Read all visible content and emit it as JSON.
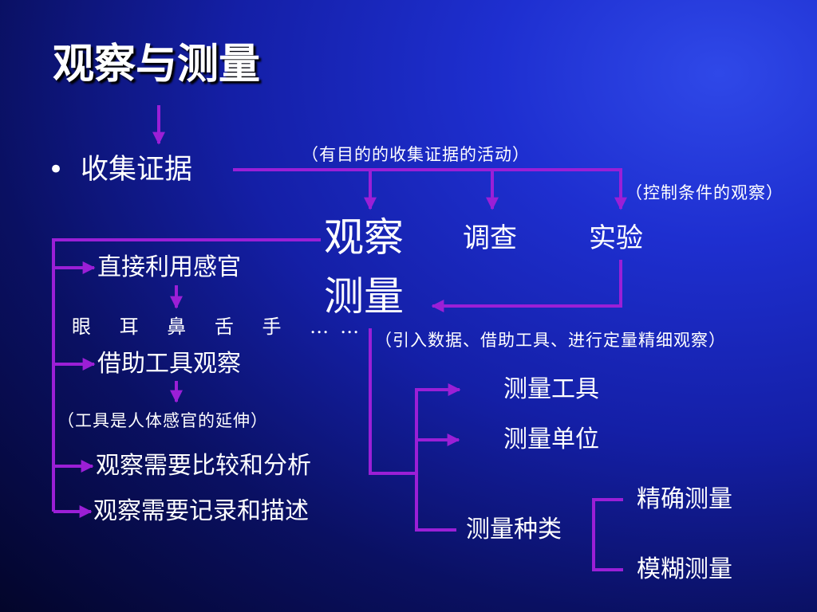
{
  "title": "观察与测量",
  "bullet": {
    "symbol": "•",
    "text": "收集证据"
  },
  "notes": {
    "purposeful": "（有目的的收集证据的活动）",
    "controlled": "（控制条件的观察）",
    "measurement": "（引入数据、借助工具、进行定量精细观察）",
    "tools_extend": "（工具是人体感官的延伸）"
  },
  "branches": {
    "observe": "观察",
    "survey": "调查",
    "experiment": "实验",
    "measure": "测量"
  },
  "observation": {
    "direct": "直接利用感官",
    "senses": "眼 耳 鼻 舌 手 ……",
    "tools": "借助工具观察",
    "compare": "观察需要比较和分析",
    "record": "观察需要记录和描述"
  },
  "measurement": {
    "tools": "测量工具",
    "units": "测量单位",
    "kinds": "测量种类",
    "precise": "精确测量",
    "fuzzy": "模糊测量"
  },
  "colors": {
    "connector": "#9b1fd6",
    "text": "#ffffff"
  }
}
